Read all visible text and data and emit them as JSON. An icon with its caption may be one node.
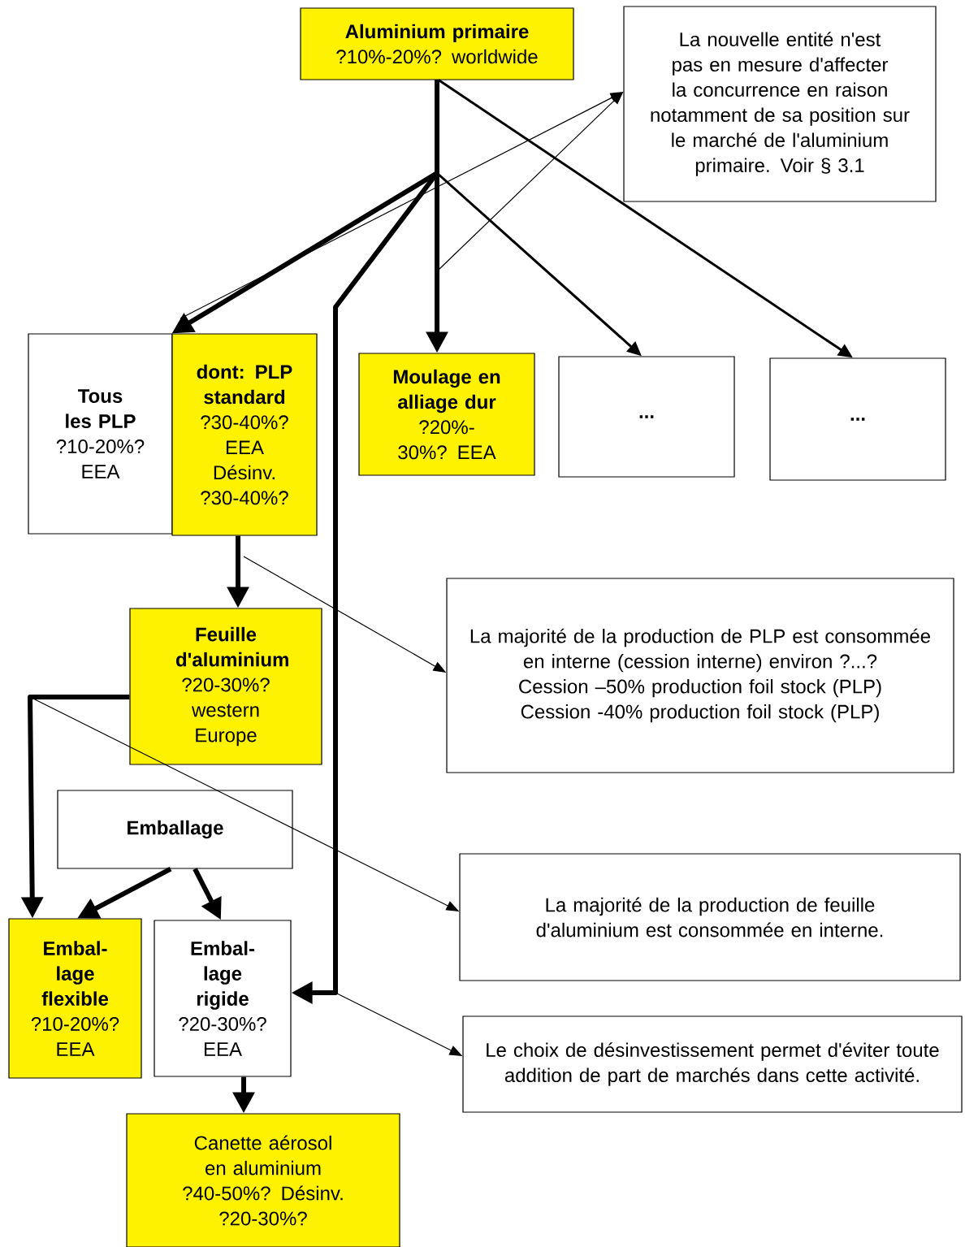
{
  "diagram": {
    "nodes": [
      {
        "text": [
          "Aluminium primaire",
          "?10%-20%? worldwide"
        ]
      },
      {
        "text": [
          "La nouvelle entité n'est pas en mesure d'affecter la concurrence en raison notamment de sa position sur le marché de l'aluminium primaire. Voir § 3.1"
        ]
      },
      {
        "text": [
          "Tous les PLP",
          "?10-20%? EEA"
        ]
      },
      {
        "text": [
          "dont: PLP standard",
          "?30-40%? EEA Désinv. ?30-40%?"
        ]
      },
      {
        "text": [
          "Moulage en alliage dur",
          "?20%-30%? EEA"
        ]
      },
      {
        "text": [
          "..."
        ]
      },
      {
        "text": [
          "..."
        ]
      },
      {
        "text": [
          "La majorité de la production de PLP est consommée en interne (cession interne) environ ?...?",
          "Cession –50% production foil stock (PLP)",
          "Cession -40% production foil stock (PLP)"
        ]
      },
      {
        "text": [
          "Feuille d'aluminium",
          "?20-30%? western Europe"
        ]
      },
      {
        "text": [
          "Emballage"
        ]
      },
      {
        "text": [
          "La majorité de la production de feuille d'aluminium est consommée en interne."
        ]
      },
      {
        "text": [
          "Embal-lage flexible",
          "?10-20%? EEA"
        ]
      },
      {
        "text": [
          "Embal-lage rigide",
          "?20-30%? EEA"
        ]
      },
      {
        "text": [
          "Le choix de désinvestissement permet d'éviter toute addition de part de marchés dans cette activité."
        ]
      },
      {
        "text": [
          "Canette aérosol en aluminium",
          "?40-50%? Désinv. ?20-30%?"
        ]
      }
    ],
    "edges": [
      {
        "from": 0,
        "to": 3,
        "arrow": "to"
      },
      {
        "from": 0,
        "to": 4,
        "arrow": "to"
      },
      {
        "from": 0,
        "to": 5,
        "arrow": "to"
      },
      {
        "from": 0,
        "to": 6,
        "arrow": "to"
      },
      {
        "from": 0,
        "to": 12,
        "arrow": "to"
      },
      {
        "from": 3,
        "to": 8,
        "arrow": "to"
      },
      {
        "from": 8,
        "to": 11,
        "arrow": "to"
      },
      {
        "from": 9,
        "to": 11,
        "arrow": "to"
      },
      {
        "from": 9,
        "to": 12,
        "arrow": "to"
      },
      {
        "from": 12,
        "to": 14,
        "arrow": "to"
      },
      {
        "from": null,
        "to": 1,
        "arrow": "to"
      },
      {
        "from": null,
        "to": 1,
        "arrow": "to"
      },
      {
        "from": null,
        "to": 7,
        "arrow": "to"
      },
      {
        "from": null,
        "to": 10,
        "arrow": "to"
      },
      {
        "from": null,
        "to": 13,
        "arrow": "to"
      }
    ]
  }
}
